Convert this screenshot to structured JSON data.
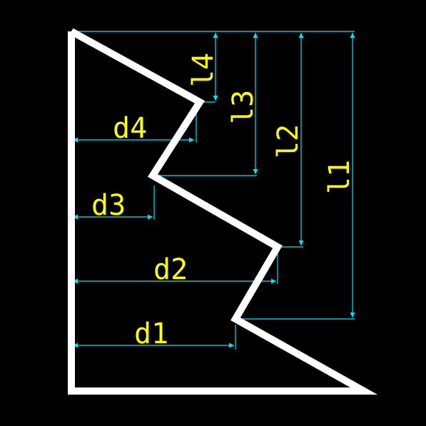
{
  "colors": {
    "background": "#000000",
    "outline": "#ffffff",
    "dimension": "#00e5ff",
    "text": "#ffff00"
  },
  "labels": {
    "d1": "d1",
    "d2": "d2",
    "d3": "d3",
    "d4": "d4",
    "l1": "l1",
    "l2": "l2",
    "l3": "l3",
    "l4": "l4"
  }
}
